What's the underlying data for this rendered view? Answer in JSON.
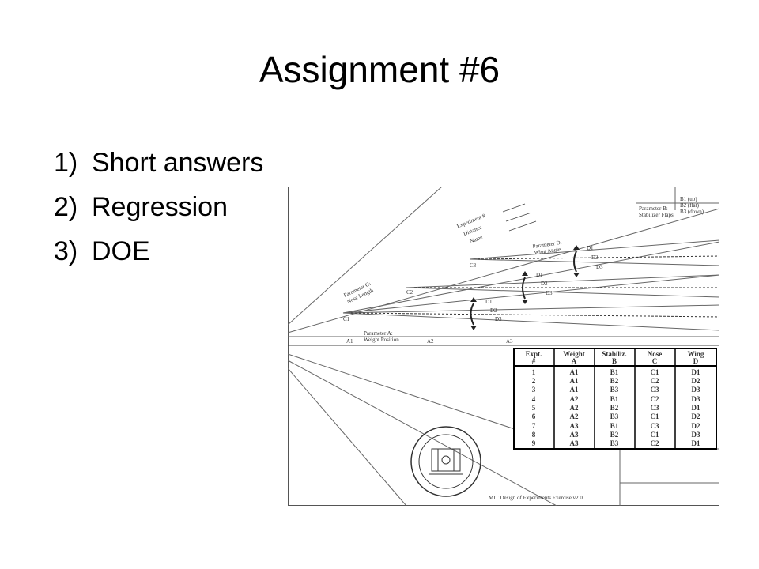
{
  "slide": {
    "title": "Assignment #6",
    "items": [
      {
        "num": "1)",
        "text": "Short answers"
      },
      {
        "num": "2)",
        "text": "Regression"
      },
      {
        "num": "3)",
        "text": "DOE"
      }
    ]
  },
  "figure": {
    "labels": {
      "experiment": "Experiment #",
      "distance": "Distance",
      "name": "Name",
      "param_a": "Parameter A:",
      "param_a_sub": "Weight Position",
      "param_b": "Parameter B:",
      "param_b_sub": "Stabilizer Flaps",
      "param_c": "Parameter C:",
      "param_c_sub": "Nose Length",
      "param_d": "Parameter D:",
      "param_d_sub": "Wing Angle",
      "b1": "B1 (up)",
      "b2": "B2 (flat)",
      "b3": "B3 (down)",
      "a1": "A1",
      "a2": "A2",
      "a3": "A3",
      "c1": "C1",
      "c2": "C2",
      "c3": "C3",
      "d1": "D1",
      "d2": "D2",
      "d3": "D3",
      "footer": "MIT Design of Experiments Exercise v2.0"
    },
    "table": {
      "headers": [
        [
          "Expt.",
          "#"
        ],
        [
          "Weight",
          "A"
        ],
        [
          "Stabiliz.",
          "B"
        ],
        [
          "Nose",
          "C"
        ],
        [
          "Wing",
          "D"
        ]
      ],
      "rows": [
        [
          "1",
          "A1",
          "B1",
          "C1",
          "D1"
        ],
        [
          "2",
          "A1",
          "B2",
          "C2",
          "D2"
        ],
        [
          "3",
          "A1",
          "B3",
          "C3",
          "D3"
        ],
        [
          "4",
          "A2",
          "B1",
          "C2",
          "D3"
        ],
        [
          "5",
          "A2",
          "B2",
          "C3",
          "D1"
        ],
        [
          "6",
          "A2",
          "B3",
          "C1",
          "D2"
        ],
        [
          "7",
          "A3",
          "B1",
          "C3",
          "D2"
        ],
        [
          "8",
          "A3",
          "B2",
          "C1",
          "D3"
        ],
        [
          "9",
          "A3",
          "B3",
          "C2",
          "D1"
        ]
      ]
    }
  }
}
